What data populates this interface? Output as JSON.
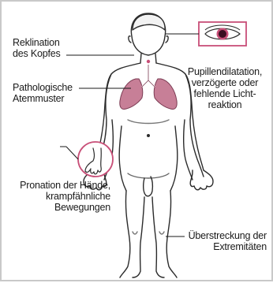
{
  "annotations": {
    "head_extension": {
      "lines": [
        "Reklination",
        "des Kopfes"
      ]
    },
    "pupil": {
      "lines": [
        "Pupillendilatation,",
        "verzögerte oder",
        "fehlende Licht-",
        "reaktion"
      ]
    },
    "breathing": {
      "lines": [
        "Pathologische",
        "Atemmuster"
      ]
    },
    "hands": {
      "lines": [
        "Pronation der Hände,",
        "krampfähnliche",
        "Bewegungen"
      ]
    },
    "extremities": {
      "lines": [
        "Überstreckung der",
        "Extremitäten"
      ]
    }
  },
  "colors": {
    "border": "#c9c9c9",
    "lung_fill": "#c77f97",
    "accent": "#c84f78",
    "skin_line": "#2b2b2b",
    "eye_iris": "#6b1b3a"
  }
}
